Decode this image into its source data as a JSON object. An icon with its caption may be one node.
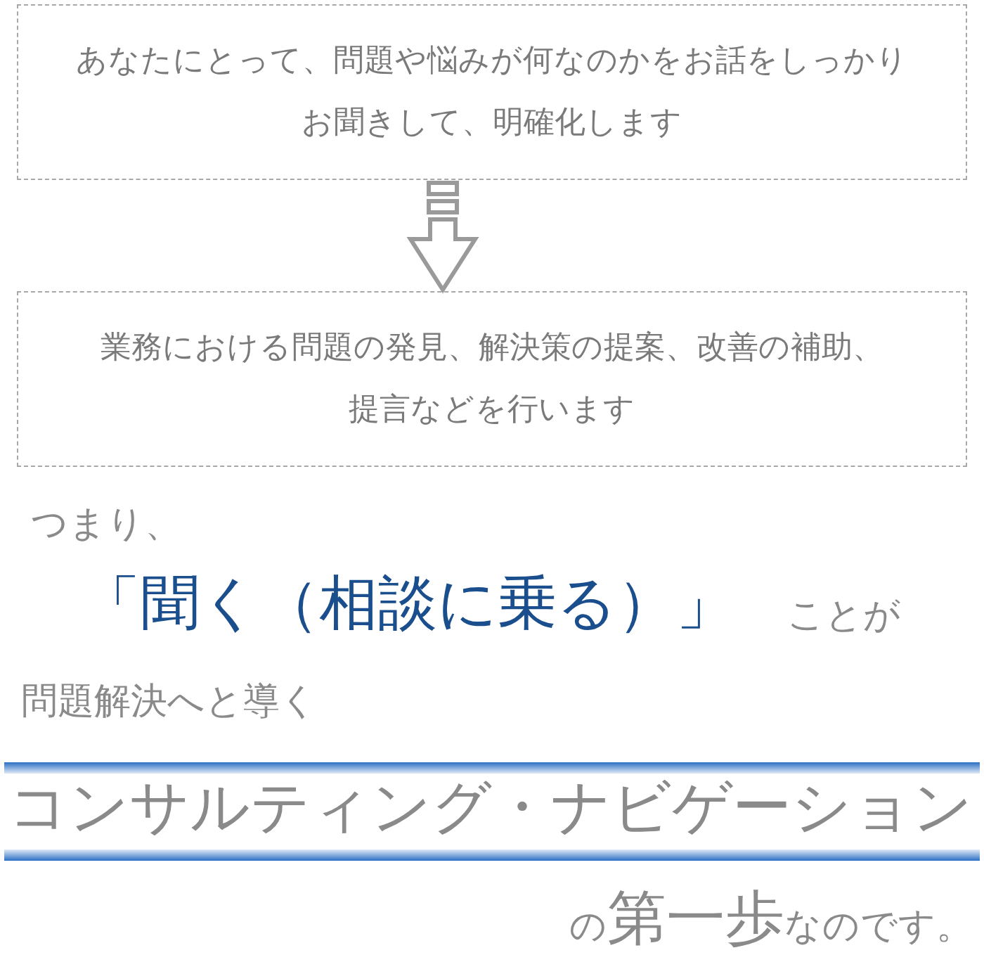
{
  "diagram": {
    "nodes": [
      {
        "text": [
          "あなたにとって、問題や悩みが何なのかをお話をしっかりお聞きして、明確化します"
        ]
      },
      {
        "text": [
          "業務における問題の発見、解決策の提案、改善の補助、提言などを行います"
        ]
      }
    ],
    "edges": [
      {
        "from": 0,
        "to": 1,
        "arrow": "to"
      }
    ],
    "labels": [
      "つまり、",
      "「聞く（相談に乗る）」",
      "ことが",
      "問題解決へと導く",
      "コンサルティング・ナビゲーション",
      "の",
      "第一歩",
      "なのです。"
    ]
  }
}
